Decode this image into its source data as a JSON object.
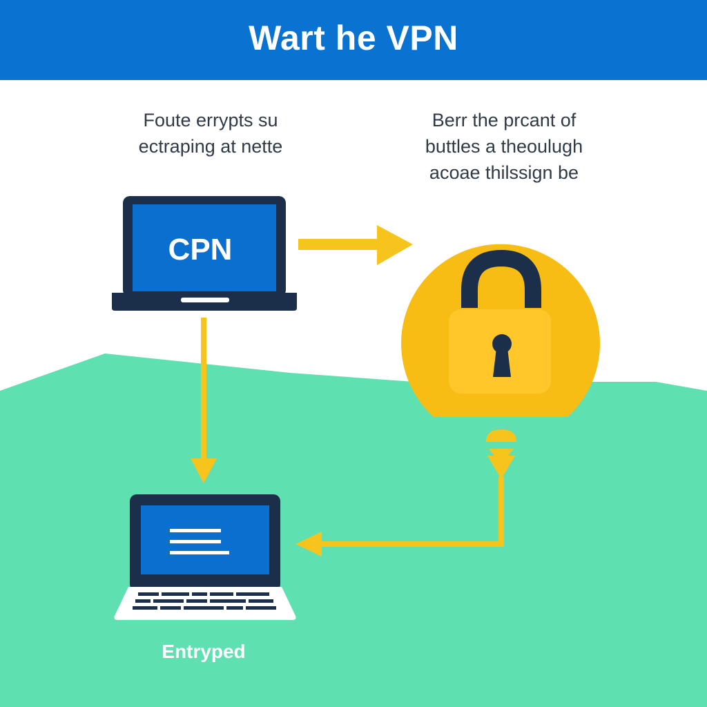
{
  "header": {
    "title": "Wart he VPN"
  },
  "captions": {
    "left": [
      "Foute errypts su",
      "ectraping at nette"
    ],
    "right": [
      "Berr the prcant of",
      "buttles a theoulugh",
      "acoae thilssign be"
    ]
  },
  "laptop_top": {
    "screen_label": "CPN"
  },
  "footer": {
    "label": "Entryped"
  },
  "icons": {
    "lock": "padlock-icon",
    "laptop": "laptop-icon"
  },
  "colors": {
    "header_blue": "#0a72d1",
    "screen_blue": "#0b6fcf",
    "frame_navy": "#1c2f4a",
    "arrow_yellow": "#f6c41c",
    "lock_yellow": "#f8bd14",
    "ground_green": "#5ee0b0"
  }
}
